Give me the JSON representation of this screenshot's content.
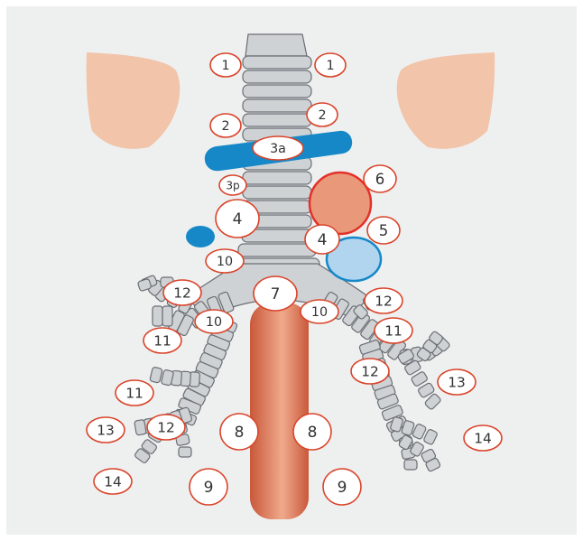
{
  "colors": {
    "panel_background": "#eef0f0",
    "lung_fill": "#f2c4aa",
    "cartilage_fill": "#cfd2d5",
    "cartilage_stroke": "#6a6e73",
    "artery_blue": "#1688c8",
    "aorta_fill": "#d9714e",
    "node_red_fill": "#e9997a",
    "node_red_stroke": "#e4302a",
    "node_lightblue_fill": "#b1d4ef",
    "node_lightblue_stroke": "#1688c8",
    "label_border": "#d9442a",
    "label_fill": "#ffffff",
    "label_text": "#333333"
  },
  "labels": [
    {
      "id": "1-left",
      "text": "1"
    },
    {
      "id": "1-right",
      "text": "1"
    },
    {
      "id": "2-left",
      "text": "2"
    },
    {
      "id": "2-right",
      "text": "2"
    },
    {
      "id": "3a",
      "text": "3a"
    },
    {
      "id": "3p",
      "text": "3p"
    },
    {
      "id": "4-left",
      "text": "4"
    },
    {
      "id": "4-right",
      "text": "4"
    },
    {
      "id": "5",
      "text": "5"
    },
    {
      "id": "6",
      "text": "6"
    },
    {
      "id": "7",
      "text": "7"
    },
    {
      "id": "8-left",
      "text": "8"
    },
    {
      "id": "8-right",
      "text": "8"
    },
    {
      "id": "9-left",
      "text": "9"
    },
    {
      "id": "9-right",
      "text": "9"
    },
    {
      "id": "10-upper",
      "text": "10"
    },
    {
      "id": "10-left",
      "text": "10"
    },
    {
      "id": "10-right",
      "text": "10"
    },
    {
      "id": "11-left-upper",
      "text": "11"
    },
    {
      "id": "11-left-lower",
      "text": "11"
    },
    {
      "id": "11-right",
      "text": "11"
    },
    {
      "id": "12-left-upper",
      "text": "12"
    },
    {
      "id": "12-left-lower",
      "text": "12"
    },
    {
      "id": "12-right-upper",
      "text": "12"
    },
    {
      "id": "12-right-lower",
      "text": "12"
    },
    {
      "id": "13-left",
      "text": "13"
    },
    {
      "id": "13-right",
      "text": "13"
    },
    {
      "id": "14-left",
      "text": "14"
    },
    {
      "id": "14-right",
      "text": "14"
    }
  ]
}
